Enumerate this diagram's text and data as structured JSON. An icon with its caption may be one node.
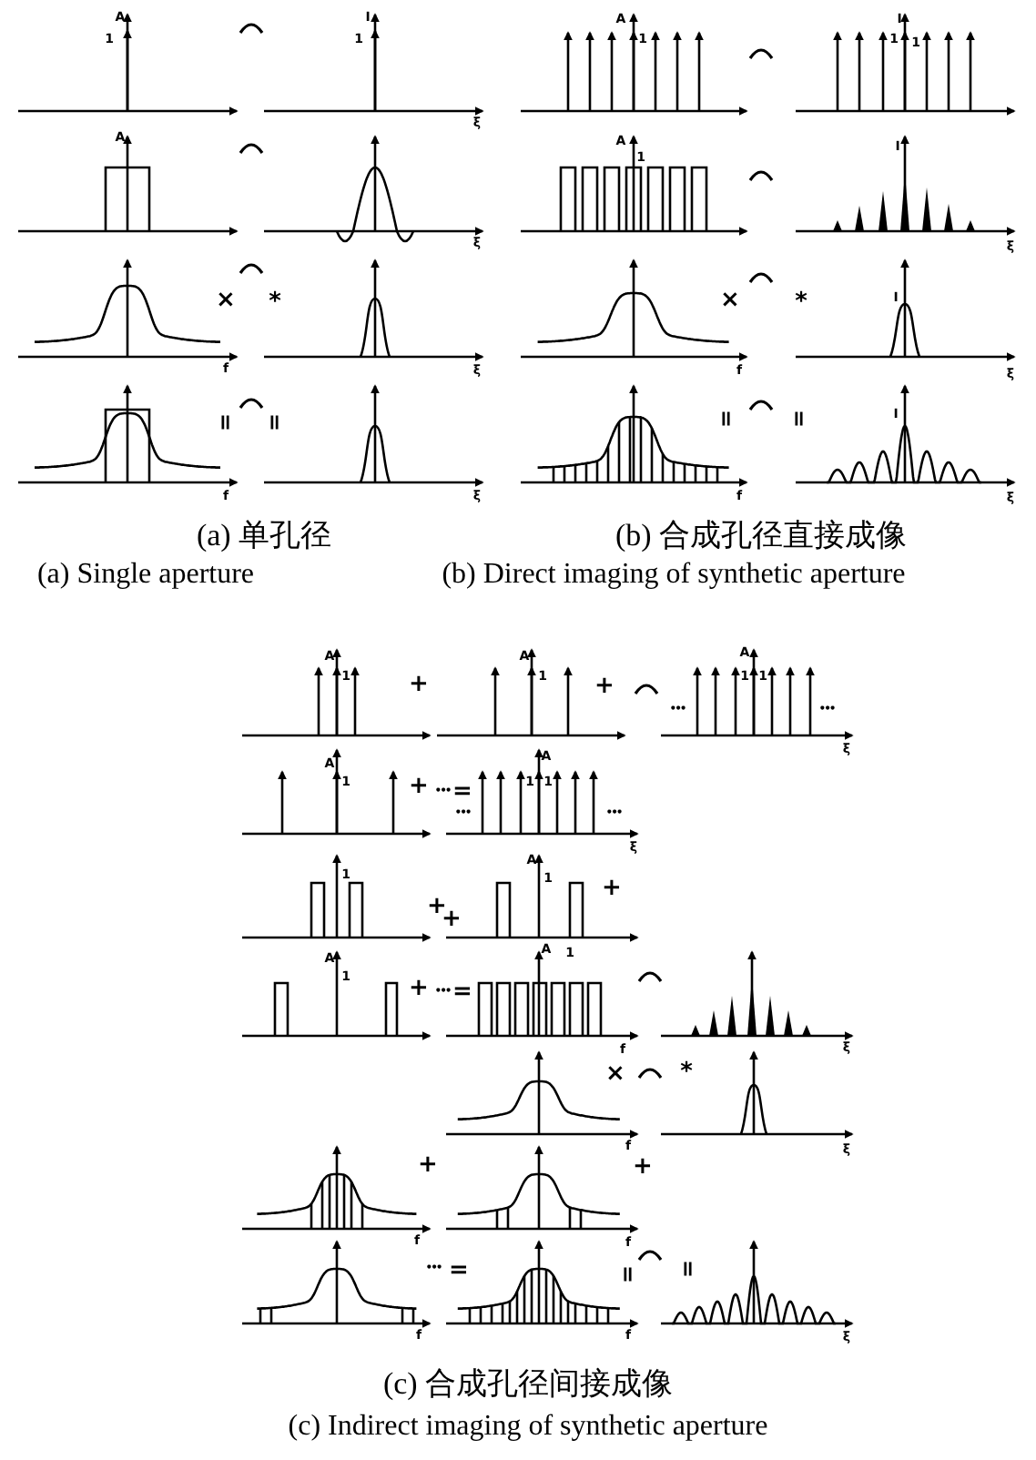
{
  "diagram": {
    "labels": [
      "A",
      "1",
      "I",
      "1",
      "ξ",
      "A",
      "ξ",
      "×",
      "*",
      "f",
      "ξ",
      "=",
      "=",
      "f",
      "ξ",
      "A",
      "1",
      "I",
      "1",
      "1",
      "A",
      "1",
      "I",
      "ξ",
      "×",
      "*",
      "I",
      "f",
      "ξ",
      "=",
      "=",
      "I",
      "f",
      "ξ",
      "(a) 单孔径",
      "(b) 合成孔径直接成像",
      "(a) Single aperture",
      "(b) Direct imaging of synthetic aperture",
      "A",
      "1",
      "+",
      "A",
      "1",
      "+",
      "•••",
      "1",
      "A",
      "1",
      "•••",
      "ξ",
      "A",
      "1",
      "+",
      "•••",
      "=",
      "A",
      "1",
      "1",
      "•••",
      "•••",
      "ξ",
      "1",
      "+",
      "+",
      "A",
      "1",
      "+",
      "A",
      "1",
      "A",
      "1",
      "+",
      "•••",
      "=",
      "f",
      "ξ",
      "×",
      "*",
      "f",
      "ξ",
      "+",
      "+",
      "f",
      "f",
      "•••",
      "=",
      "=",
      "=",
      "f",
      "f",
      "ξ",
      "(c) 合成孔径间接成像",
      "(c) Indirect imaging of synthetic aperture"
    ]
  }
}
